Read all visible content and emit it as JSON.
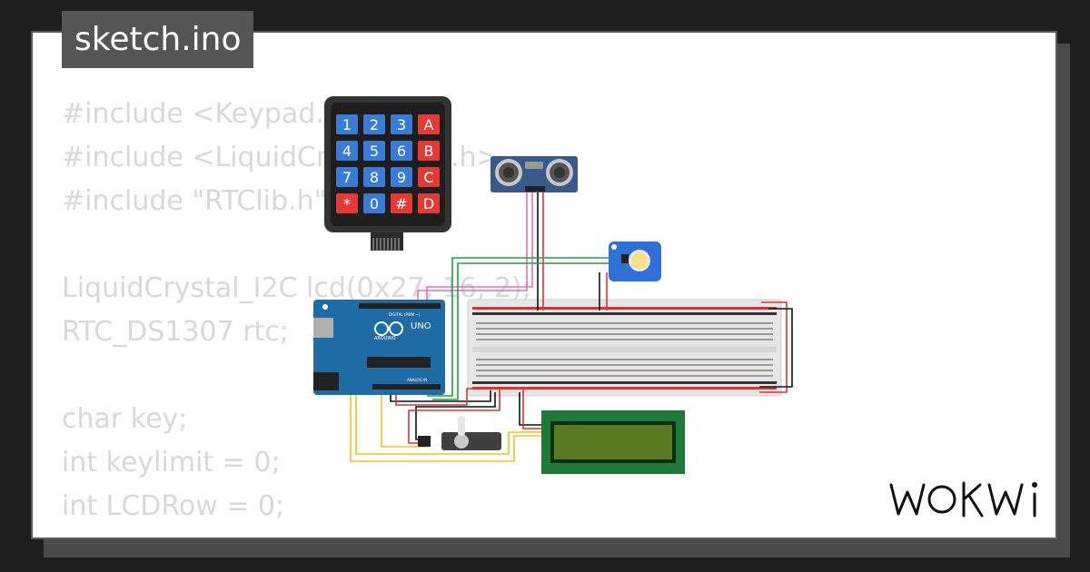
{
  "header": {
    "filename": "sketch.ino"
  },
  "code": {
    "lines": [
      "#include <Keypad.h>",
      "#include <LiquidCrystal_I2C.h>",
      "#include \"RTClib.h\"",
      "",
      "LiquidCrystal_I2C lcd(0x27, 16, 2);",
      "RTC_DS1307 rtc;",
      "",
      "char key;",
      "int keylimit = 0;",
      "int LCDRow = 0;"
    ]
  },
  "keypad": {
    "keys": [
      "1",
      "2",
      "3",
      "A",
      "4",
      "5",
      "6",
      "B",
      "7",
      "8",
      "9",
      "C",
      "*",
      "0",
      "#",
      "D"
    ]
  },
  "arduino": {
    "brand": "ARDUINO",
    "model": "UNO",
    "header_digital": "DIGITAL (PWM ~)",
    "header_analog": "ANALOG IN"
  },
  "lcd": {},
  "brand": {
    "logo_icon": "wokwi-logo-icon"
  },
  "colors": {
    "background": "#1e1e1e",
    "card": "#ffffff",
    "code_text": "#d8d8d8",
    "tab_bg": "#555555",
    "wire_red": "#e02020",
    "wire_black": "#111111",
    "wire_yellow": "#f0c020",
    "wire_green": "#20a040",
    "wire_pink": "#e070c0",
    "lcd_green": "#2e7d32"
  }
}
